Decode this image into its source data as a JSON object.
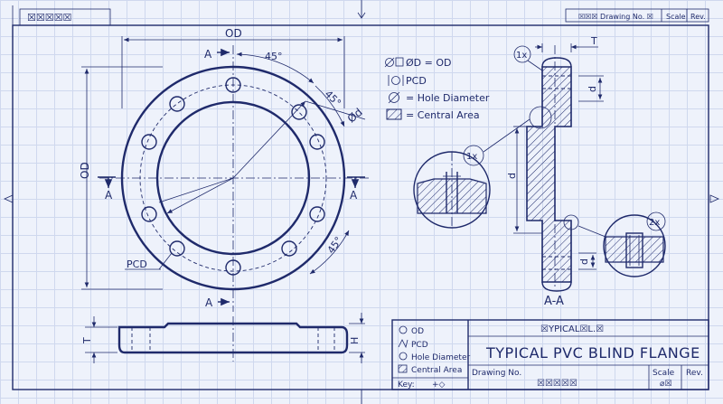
{
  "header": {
    "top_left_code": "☒☒☒☒☒",
    "drawing_no_label": "☒☒☒ Drawing No. ☒",
    "scale_label": "Scale",
    "rev_label": "Rev."
  },
  "front_view": {
    "od_label_top": "OD",
    "od_label_left": "OD",
    "angle_1": "45°",
    "angle_2": "45°",
    "angle_3": "45°",
    "hole_dia": "Ød",
    "pcd_label": "PCD",
    "section_a_top": "A",
    "section_a_left": "A",
    "section_a_right": "A",
    "section_a_bottom": "A"
  },
  "legend": {
    "items": [
      "ØD = OD",
      "PCD",
      "= Hole Diameter",
      "= Central Area"
    ]
  },
  "section_view": {
    "title": "A-A",
    "t_label": "T",
    "d_label_1": "d",
    "d_label_2": "d",
    "d_label_3": "d",
    "callout_1x_top": "1x",
    "callout_1x": "1x",
    "callout_2x": "2x"
  },
  "side_view": {
    "t_label": "T",
    "h_label": "H"
  },
  "title_block": {
    "key_items": [
      "OD",
      "PCD",
      "Hole Diameter",
      "Central Area"
    ],
    "key_label": "Key:",
    "key_symbol": "+◇",
    "header_code": "☒YPICAL☒L.☒",
    "title": "TYPICAL PVC BLIND FLANGE",
    "drawing_no_label": "Drawing No.",
    "drawing_no_value": "☒☒☒☒☒",
    "scale_label": "Scale",
    "scale_value": "⌀☒",
    "rev_label": "Rev."
  },
  "colors": {
    "ink": "#1f2a6b",
    "paper": "#eef2fb",
    "grid": "#cfd8ee"
  }
}
